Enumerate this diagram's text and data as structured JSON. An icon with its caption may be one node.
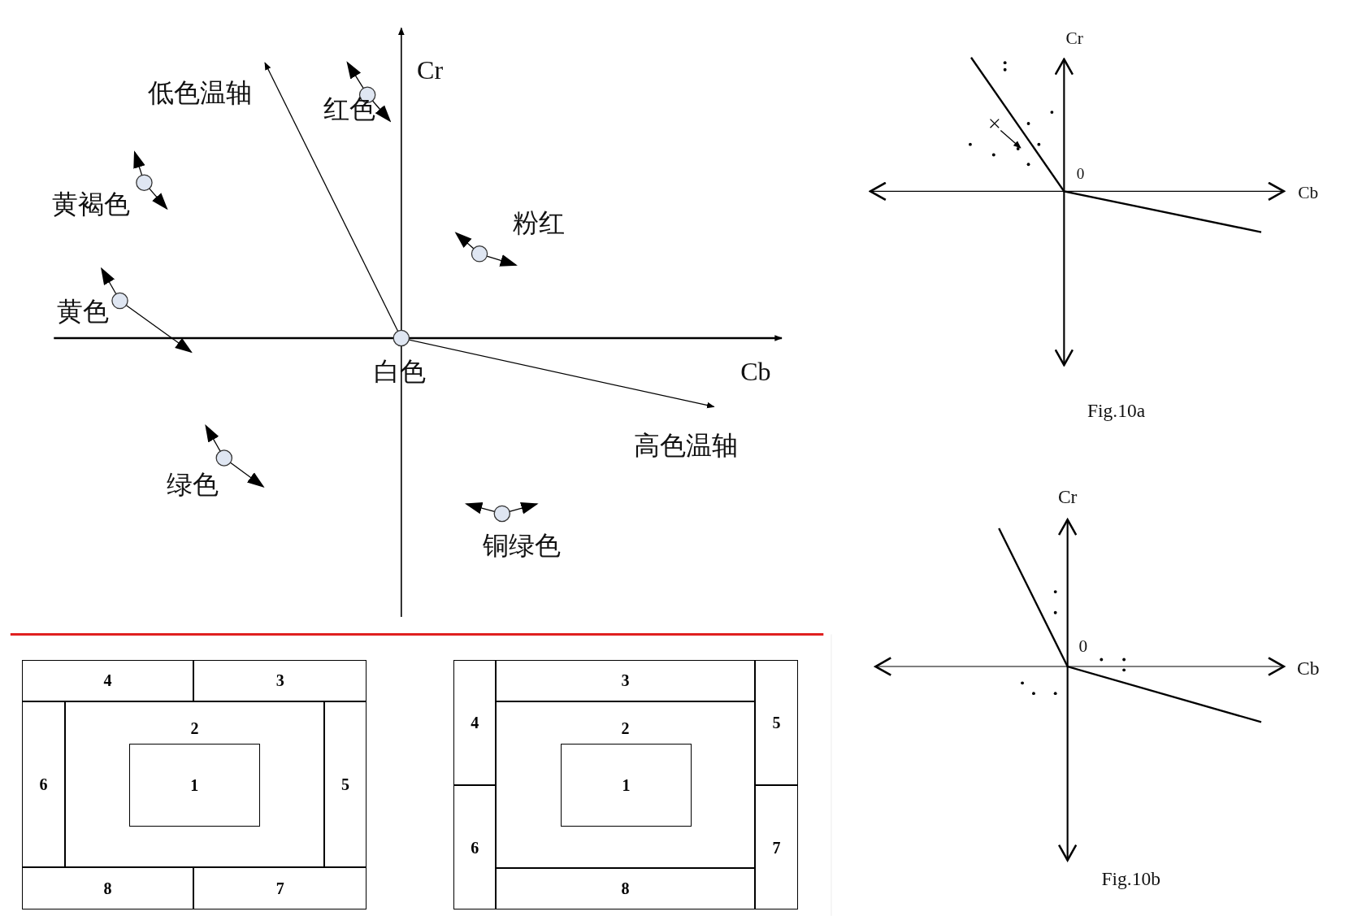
{
  "diagram": {
    "nodes": [
      {
        "text": [
          "4"
        ]
      },
      {
        "text": [
          "3"
        ]
      },
      {
        "text": [
          "2"
        ]
      },
      {
        "text": [
          "1"
        ],
        "in": 2
      },
      {
        "text": [
          "6"
        ]
      },
      {
        "text": [
          "5"
        ]
      },
      {
        "text": [
          "8"
        ]
      },
      {
        "text": [
          "7"
        ]
      },
      {
        "text": [
          "3"
        ]
      },
      {
        "text": [
          "4"
        ]
      },
      {
        "text": [
          "2"
        ]
      },
      {
        "text": [
          "5"
        ]
      },
      {
        "text": [
          "1"
        ],
        "in": 10
      },
      {
        "text": [
          "6"
        ]
      },
      {
        "text": [
          "7"
        ]
      },
      {
        "text": [
          "8"
        ]
      }
    ],
    "edges": [],
    "labels": [
      "低色温轴",
      "红色",
      "Cr",
      "黄褐色",
      "粉红",
      "黄色",
      "白色",
      "Cb",
      "高色温轴",
      "绿色",
      "铜绿色",
      "Cr",
      "0",
      "Cb",
      "Fig.10a",
      "Cr",
      "0",
      "Cb",
      "Fig.10b"
    ]
  }
}
